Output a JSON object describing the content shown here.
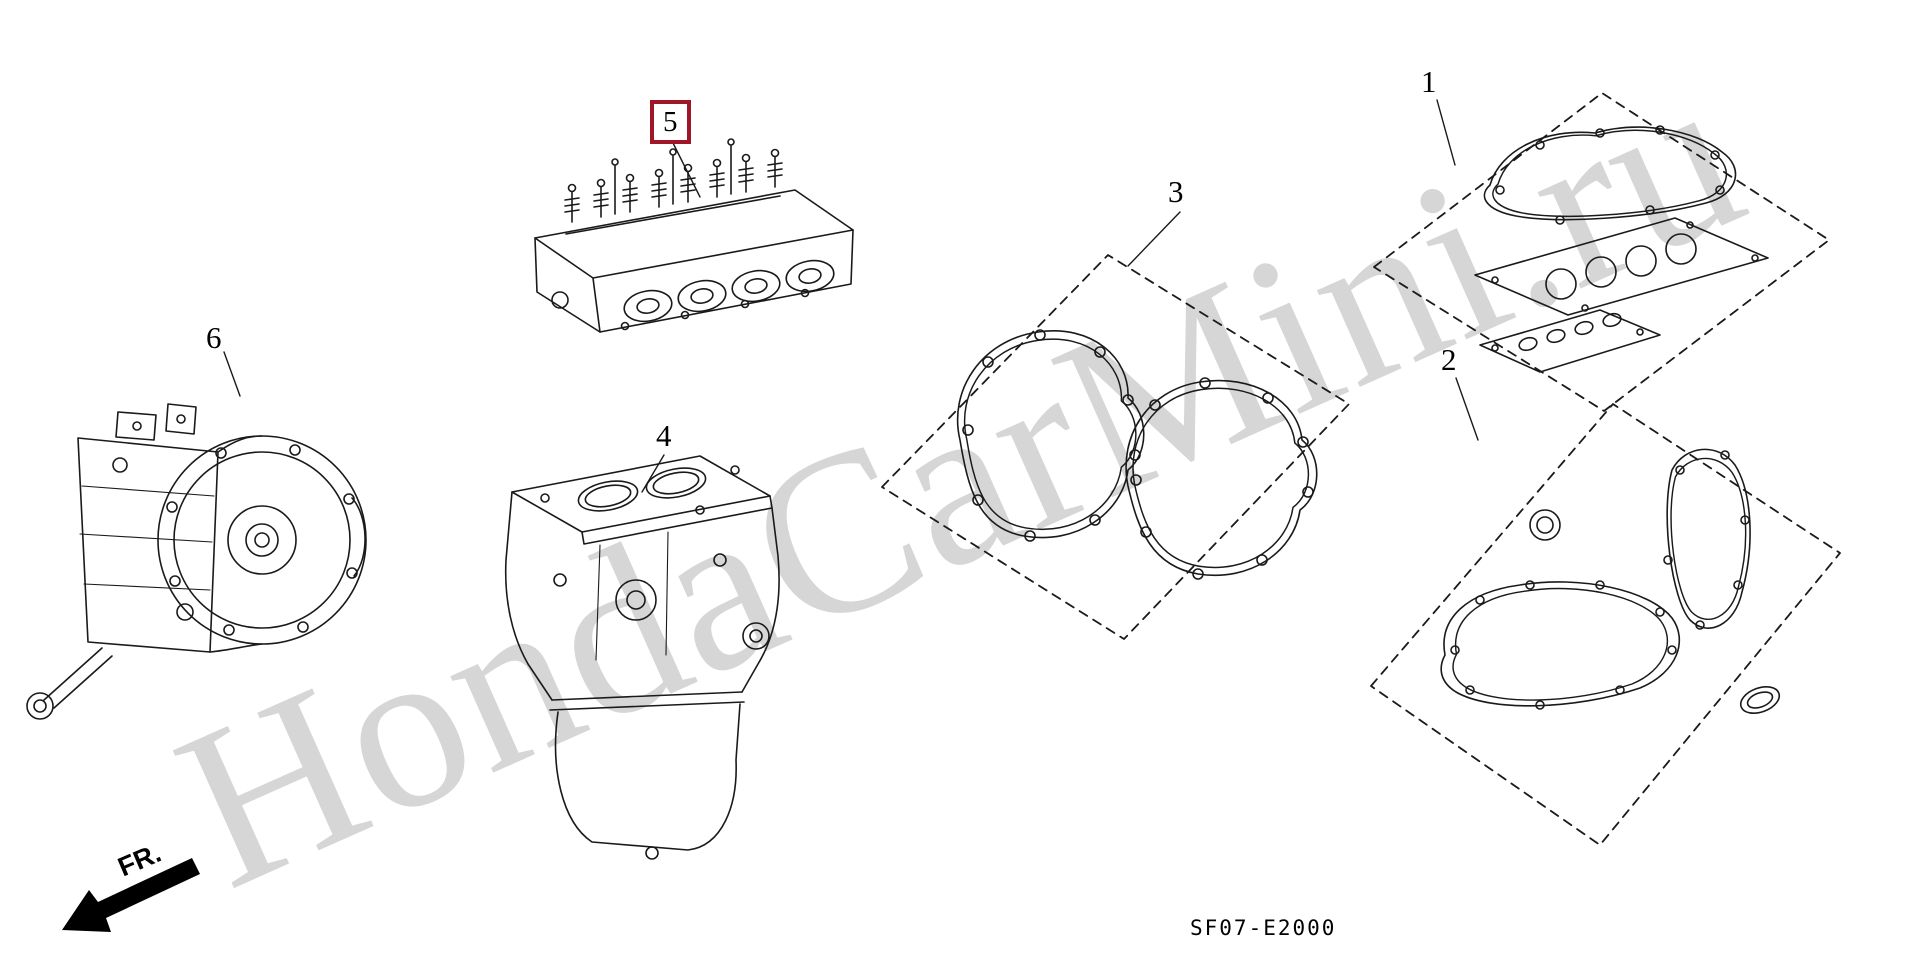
{
  "page": {
    "watermark": "HondaCarMini.ru",
    "diagram_code": "SF07-E2000",
    "direction_label": "FR.",
    "background": "#ffffff"
  },
  "colors": {
    "line": "#1a1a1a",
    "watermark": "#d6d6d6",
    "highlight_box": "#9f1629"
  },
  "parts": [
    {
      "label": "1",
      "highlighted": false
    },
    {
      "label": "2",
      "highlighted": false
    },
    {
      "label": "3",
      "highlighted": false
    },
    {
      "label": "4",
      "highlighted": false
    },
    {
      "label": "5",
      "highlighted": true
    },
    {
      "label": "6",
      "highlighted": false
    }
  ]
}
